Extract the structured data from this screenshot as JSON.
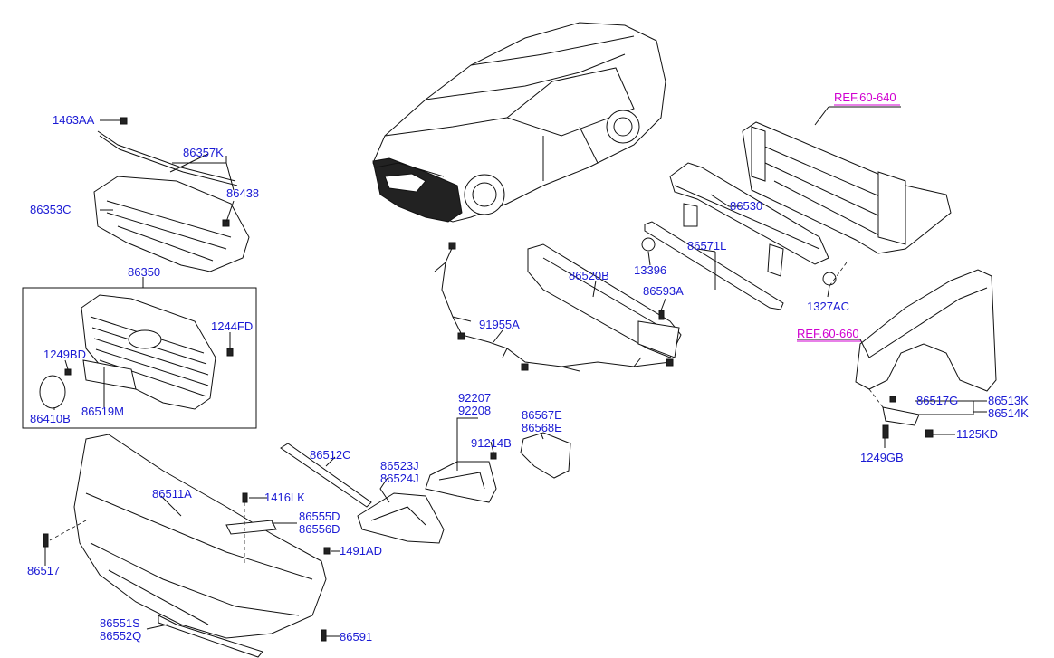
{
  "labels": {
    "l1463AA": "1463AA",
    "l86357K": "86357K",
    "l86438": "86438",
    "l86353C": "86353C",
    "l86350": "86350",
    "l1244FD": "1244FD",
    "l1249BD": "1249BD",
    "l86410B": "86410B",
    "l86519M": "86519M",
    "l86520B": "86520B",
    "l86530": "86530",
    "l86571L": "86571L",
    "l13396": "13396",
    "l86593A": "86593A",
    "l1327AC": "1327AC",
    "l91955A": "91955A",
    "l92207": "92207",
    "l92208": "92208",
    "l86567E": "86567E",
    "l86568E": "86568E",
    "l91214B": "91214B",
    "l86512C": "86512C",
    "l86523J": "86523J",
    "l86524J": "86524J",
    "l86511A": "86511A",
    "l1416LK": "1416LK",
    "l86555D": "86555D",
    "l86556D": "86556D",
    "l1491AD": "1491AD",
    "l86517": "86517",
    "l86551S": "86551S",
    "l86552Q": "86552Q",
    "l86591": "86591",
    "l86517G": "86517G",
    "l86513K": "86513K",
    "l86514K": "86514K",
    "l1125KD": "1125KD",
    "l1249GB": "1249GB"
  },
  "refs": {
    "ref1": "REF.60-640",
    "ref2": "REF.60-660"
  },
  "colors": {
    "part_label": "#1a1ad4",
    "reference_label": "#d000d0"
  }
}
